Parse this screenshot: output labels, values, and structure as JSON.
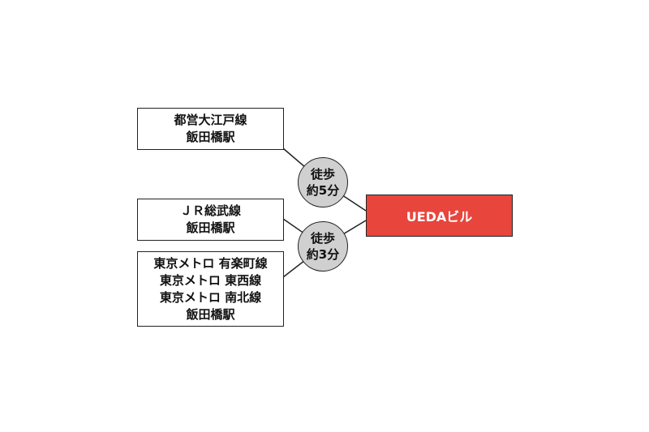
{
  "colors": {
    "destination": "#e8453c",
    "walk_circle": "#d0d0d0",
    "border": "#222222"
  },
  "stations": [
    {
      "lines": [
        "都営大江戸線",
        "飯田橋駅"
      ]
    },
    {
      "lines": [
        "ＪＲ総武線",
        "飯田橋駅"
      ]
    },
    {
      "lines": [
        "東京メトロ 有楽町線",
        "東京メトロ 東西線",
        "東京メトロ 南北線",
        "飯田橋駅"
      ]
    }
  ],
  "walks": [
    {
      "line1": "徒歩",
      "line2": "約5分"
    },
    {
      "line1": "徒歩",
      "line2": "約3分"
    }
  ],
  "destination": {
    "label": "UEDAビル"
  }
}
